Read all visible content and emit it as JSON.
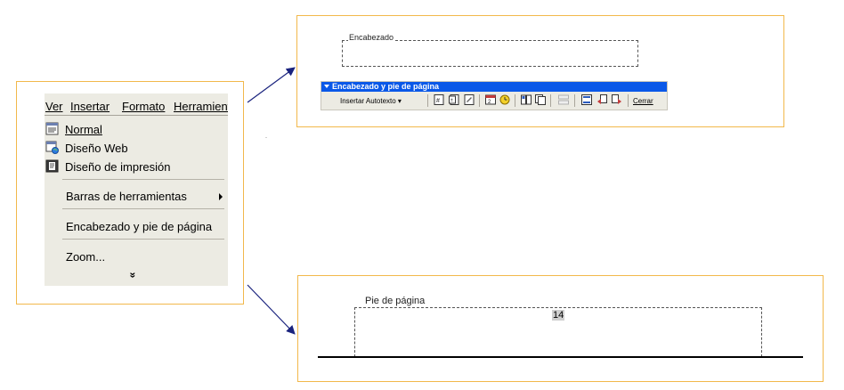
{
  "menu": {
    "bar": [
      "Ver",
      "Insertar",
      "Formato",
      "Herramient"
    ],
    "items": [
      {
        "label": "Normal",
        "icon": "normal-view-icon"
      },
      {
        "label": "Diseño Web",
        "icon": "web-layout-icon"
      },
      {
        "label": "Diseño de impresión",
        "icon": "print-layout-icon"
      },
      {
        "label": "Barras de herramientas",
        "submenu": true
      },
      {
        "label": "Encabezado y pie de página"
      },
      {
        "label": "Zoom..."
      }
    ],
    "expand_glyph": "»"
  },
  "header_area": {
    "caption": "Encabezado",
    "toolbar_title": "Encabezado y pie de página",
    "insert_autotext": "Insertar Autotexto ▾",
    "close_label": "Cerrar",
    "icons": [
      "page-number-icon",
      "number-of-pages-icon",
      "format-page-number-icon",
      "insert-date-icon",
      "insert-time-icon",
      "page-setup-icon",
      "show-hide-document-text-icon",
      "same-as-previous-icon",
      "switch-header-footer-icon",
      "show-previous-icon",
      "show-next-icon"
    ]
  },
  "footer_area": {
    "caption": "Pie de página",
    "page_number": "14"
  },
  "colors": {
    "frame_border": "#f2b84b",
    "menu_bg": "#ecebe3",
    "toolbar_title_bg": "#0a58e8",
    "arrow": "#1a237e"
  }
}
